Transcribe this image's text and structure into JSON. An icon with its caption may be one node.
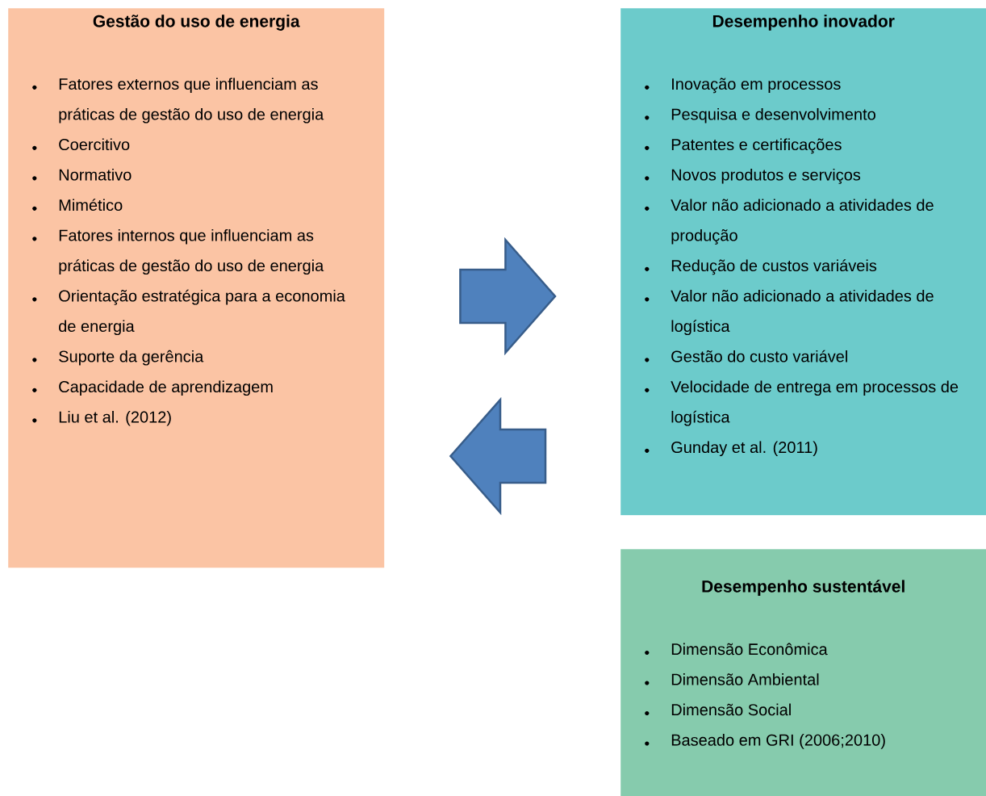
{
  "diagram": {
    "nodes": [
      {
        "text": [
          "Gestão do uso de energia",
          "Fatores externos que influenciam as práticas de gestão do uso de energia",
          "Coercitivo",
          "Normativo",
          "Mimético",
          "Fatores internos que influenciam as práticas de gestão do uso de energia",
          "Orientação estratégica para a economia de energia",
          "Suporte da gerência",
          "Capacidade de aprendizagem",
          "Liu et al. (2012)"
        ]
      },
      {
        "text": [
          "Desempenho inovador",
          "Inovação em processos",
          "Pesquisa e desenvolvimento",
          "Patentes e certificações",
          "Novos produtos e serviços",
          "Valor não adicionado a atividades de produção",
          "Redução de custos variáveis",
          "Valor não adicionado a atividades de logística",
          "Gestão do custo variável",
          "Velocidade de entrega em processos de logística",
          "Gunday et al. (2011)"
        ]
      },
      {
        "text": [
          "Desempenho sustentável",
          "Dimensão Econômica",
          "Dimensão Ambiental",
          "Dimensão Social",
          "Baseado em GRI (2006;2010)"
        ]
      }
    ],
    "edges": [
      {
        "from": 0,
        "to": 1,
        "arrow": "to"
      },
      {
        "from": 1,
        "to": 0,
        "arrow": "to"
      }
    ]
  }
}
